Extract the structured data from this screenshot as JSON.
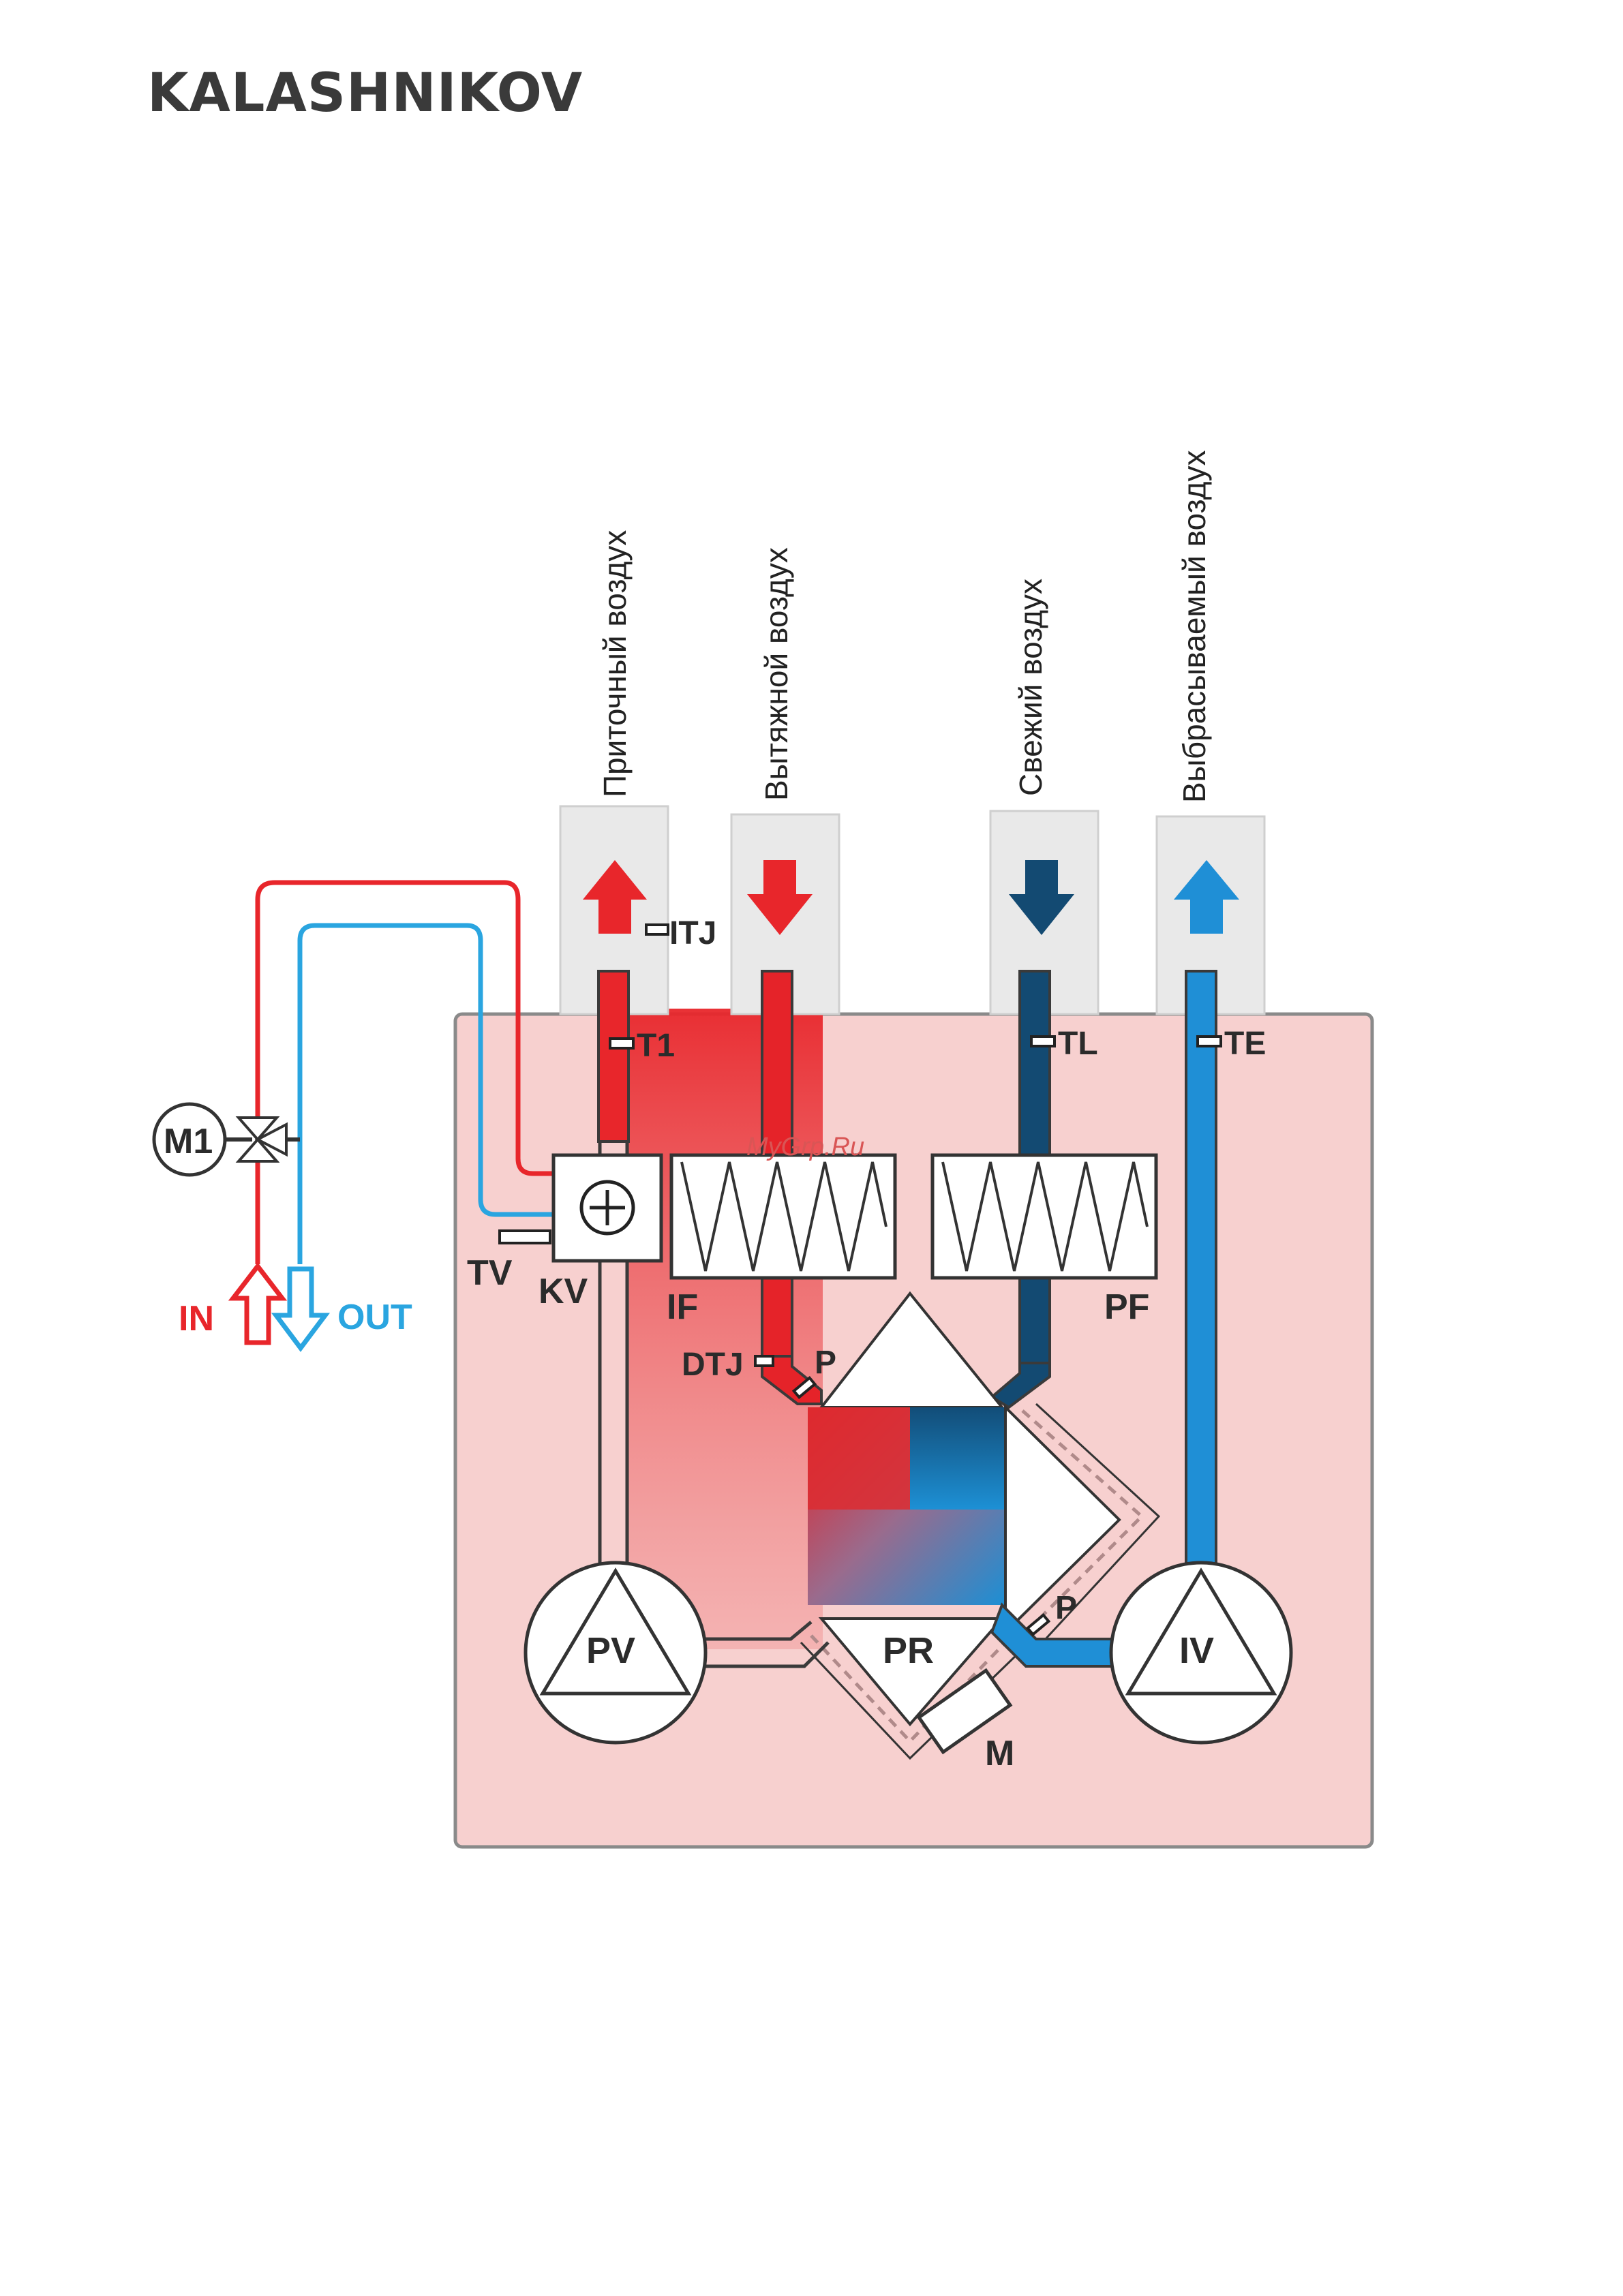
{
  "brand": "KALASHNIKOV",
  "watermark": "MyGrp.Ru",
  "ducts": {
    "supply": "Приточный воздух",
    "extract": "Вытяжной воздух",
    "fresh": "Свежий воздух",
    "exhaust": "Выбрасываемый воздух"
  },
  "components": {
    "itj": "ITJ",
    "t1": "T1",
    "tl": "TL",
    "te": "TE",
    "m1": "M1",
    "tv": "TV",
    "kv": "KV",
    "if": "IF",
    "pf": "PF",
    "dtj": "DTJ",
    "p_top": "P",
    "p_bottom": "P",
    "pv": "PV",
    "pr": "PR",
    "iv": "IV",
    "m": "M",
    "in": "IN",
    "out": "OUT"
  },
  "colors": {
    "supply_red": "#e8262b",
    "fresh_dark_blue": "#134a72",
    "exhaust_blue": "#1f8fd6",
    "return_blue": "#2aa5e0",
    "casing_pink": "#f7d0cf"
  }
}
